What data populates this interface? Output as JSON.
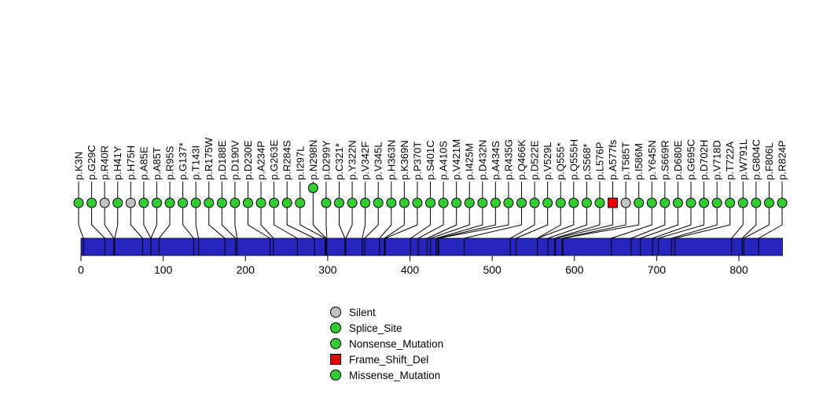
{
  "chart_data": {
    "type": "scatter",
    "subtype": "lollipop_mutation_plot",
    "title": "",
    "xlabel": "",
    "ylabel": "",
    "xlim": [
      0,
      853
    ],
    "protein_length": 853,
    "axis_ticks": [
      0,
      100,
      200,
      300,
      400,
      500,
      600,
      700,
      800
    ],
    "grid": false,
    "legend_position": "bottom-center",
    "mutation_types": {
      "Silent": {
        "color": "#C3C3C3",
        "shape": "circle"
      },
      "Splice_Site": {
        "color": "#33CC33",
        "shape": "circle"
      },
      "Nonsense_Mutation": {
        "color": "#33CC33",
        "shape": "circle"
      },
      "Frame_Shift_Del": {
        "color": "#EE0000",
        "shape": "square"
      },
      "Missense_Mutation": {
        "color": "#33CC33",
        "shape": "circle"
      }
    },
    "legend": [
      "Silent",
      "Splice_Site",
      "Nonsense_Mutation",
      "Frame_Shift_Del",
      "Missense_Mutation"
    ],
    "mutations": [
      {
        "label": "p.K3N",
        "position": 3,
        "type": "Missense_Mutation",
        "count": 1
      },
      {
        "label": "p.G29C",
        "position": 29,
        "type": "Missense_Mutation",
        "count": 1
      },
      {
        "label": "p.R40R",
        "position": 40,
        "type": "Silent",
        "count": 1
      },
      {
        "label": "p.H41Y",
        "position": 41,
        "type": "Missense_Mutation",
        "count": 1
      },
      {
        "label": "p.H75H",
        "position": 75,
        "type": "Silent",
        "count": 1
      },
      {
        "label": "p.A85E",
        "position": 85,
        "type": "Missense_Mutation",
        "count": 1
      },
      {
        "label": "p.A85T",
        "position": 85,
        "type": "Missense_Mutation",
        "count": 1
      },
      {
        "label": "p.R95S",
        "position": 95,
        "type": "Missense_Mutation",
        "count": 1
      },
      {
        "label": "p.G137*",
        "position": 137,
        "type": "Nonsense_Mutation",
        "count": 1
      },
      {
        "label": "p.T143I",
        "position": 143,
        "type": "Missense_Mutation",
        "count": 1
      },
      {
        "label": "p.R175W",
        "position": 175,
        "type": "Missense_Mutation",
        "count": 1
      },
      {
        "label": "p.D188E",
        "position": 188,
        "type": "Missense_Mutation",
        "count": 1
      },
      {
        "label": "p.D190V",
        "position": 190,
        "type": "Missense_Mutation",
        "count": 1
      },
      {
        "label": "p.D230E",
        "position": 230,
        "type": "Missense_Mutation",
        "count": 1
      },
      {
        "label": "p.A234P",
        "position": 234,
        "type": "Missense_Mutation",
        "count": 1
      },
      {
        "label": "p.G263E",
        "position": 263,
        "type": "Missense_Mutation",
        "count": 1
      },
      {
        "label": "p.R284S",
        "position": 284,
        "type": "Missense_Mutation",
        "count": 1
      },
      {
        "label": "p.I297L",
        "position": 297,
        "type": "Missense_Mutation",
        "count": 1
      },
      {
        "label": "p.N298N",
        "position": 298,
        "type": "Splice_Site",
        "count": 2
      },
      {
        "label": "p.D299Y",
        "position": 299,
        "type": "Missense_Mutation",
        "count": 1
      },
      {
        "label": "p.C321*",
        "position": 321,
        "type": "Nonsense_Mutation",
        "count": 1
      },
      {
        "label": "p.Y322N",
        "position": 322,
        "type": "Missense_Mutation",
        "count": 1
      },
      {
        "label": "p.V342F",
        "position": 342,
        "type": "Missense_Mutation",
        "count": 1
      },
      {
        "label": "p.V345L",
        "position": 345,
        "type": "Missense_Mutation",
        "count": 1
      },
      {
        "label": "p.H363N",
        "position": 363,
        "type": "Missense_Mutation",
        "count": 1
      },
      {
        "label": "p.K369N",
        "position": 369,
        "type": "Missense_Mutation",
        "count": 1
      },
      {
        "label": "p.P370T",
        "position": 370,
        "type": "Missense_Mutation",
        "count": 1
      },
      {
        "label": "p.S401C",
        "position": 401,
        "type": "Missense_Mutation",
        "count": 1
      },
      {
        "label": "p.A410S",
        "position": 410,
        "type": "Missense_Mutation",
        "count": 1
      },
      {
        "label": "p.V421M",
        "position": 421,
        "type": "Missense_Mutation",
        "count": 1
      },
      {
        "label": "p.I425M",
        "position": 425,
        "type": "Missense_Mutation",
        "count": 1
      },
      {
        "label": "p.D432N",
        "position": 432,
        "type": "Missense_Mutation",
        "count": 1
      },
      {
        "label": "p.A434S",
        "position": 434,
        "type": "Missense_Mutation",
        "count": 1
      },
      {
        "label": "p.R435G",
        "position": 435,
        "type": "Missense_Mutation",
        "count": 1
      },
      {
        "label": "p.Q466K",
        "position": 466,
        "type": "Missense_Mutation",
        "count": 1
      },
      {
        "label": "p.D522E",
        "position": 522,
        "type": "Missense_Mutation",
        "count": 1
      },
      {
        "label": "p.V529L",
        "position": 529,
        "type": "Missense_Mutation",
        "count": 1
      },
      {
        "label": "p.Q555*",
        "position": 555,
        "type": "Nonsense_Mutation",
        "count": 1
      },
      {
        "label": "p.Q555H",
        "position": 555,
        "type": "Missense_Mutation",
        "count": 1
      },
      {
        "label": "p.S568*",
        "position": 568,
        "type": "Nonsense_Mutation",
        "count": 1
      },
      {
        "label": "p.L576P",
        "position": 576,
        "type": "Missense_Mutation",
        "count": 1
      },
      {
        "label": "p.A577fs",
        "position": 577,
        "type": "Frame_Shift_Del",
        "count": 1
      },
      {
        "label": "p.T585T",
        "position": 585,
        "type": "Silent",
        "count": 1
      },
      {
        "label": "p.I586M",
        "position": 586,
        "type": "Missense_Mutation",
        "count": 1
      },
      {
        "label": "p.Y645N",
        "position": 645,
        "type": "Missense_Mutation",
        "count": 1
      },
      {
        "label": "p.S669R",
        "position": 669,
        "type": "Missense_Mutation",
        "count": 1
      },
      {
        "label": "p.D680E",
        "position": 680,
        "type": "Missense_Mutation",
        "count": 1
      },
      {
        "label": "p.G695C",
        "position": 695,
        "type": "Missense_Mutation",
        "count": 1
      },
      {
        "label": "p.D702H",
        "position": 702,
        "type": "Missense_Mutation",
        "count": 1
      },
      {
        "label": "p.V718D",
        "position": 718,
        "type": "Missense_Mutation",
        "count": 1
      },
      {
        "label": "p.T722A",
        "position": 722,
        "type": "Missense_Mutation",
        "count": 1
      },
      {
        "label": "p.W791L",
        "position": 791,
        "type": "Missense_Mutation",
        "count": 1
      },
      {
        "label": "p.G804C",
        "position": 804,
        "type": "Missense_Mutation",
        "count": 1
      },
      {
        "label": "p.F806L",
        "position": 806,
        "type": "Missense_Mutation",
        "count": 1
      },
      {
        "label": "p.R824P",
        "position": 824,
        "type": "Missense_Mutation",
        "count": 1
      }
    ]
  },
  "colors": {
    "protein_bar": "#2626BE",
    "stem": "#000000",
    "text": "#000000",
    "background": "#FFFFFF"
  }
}
